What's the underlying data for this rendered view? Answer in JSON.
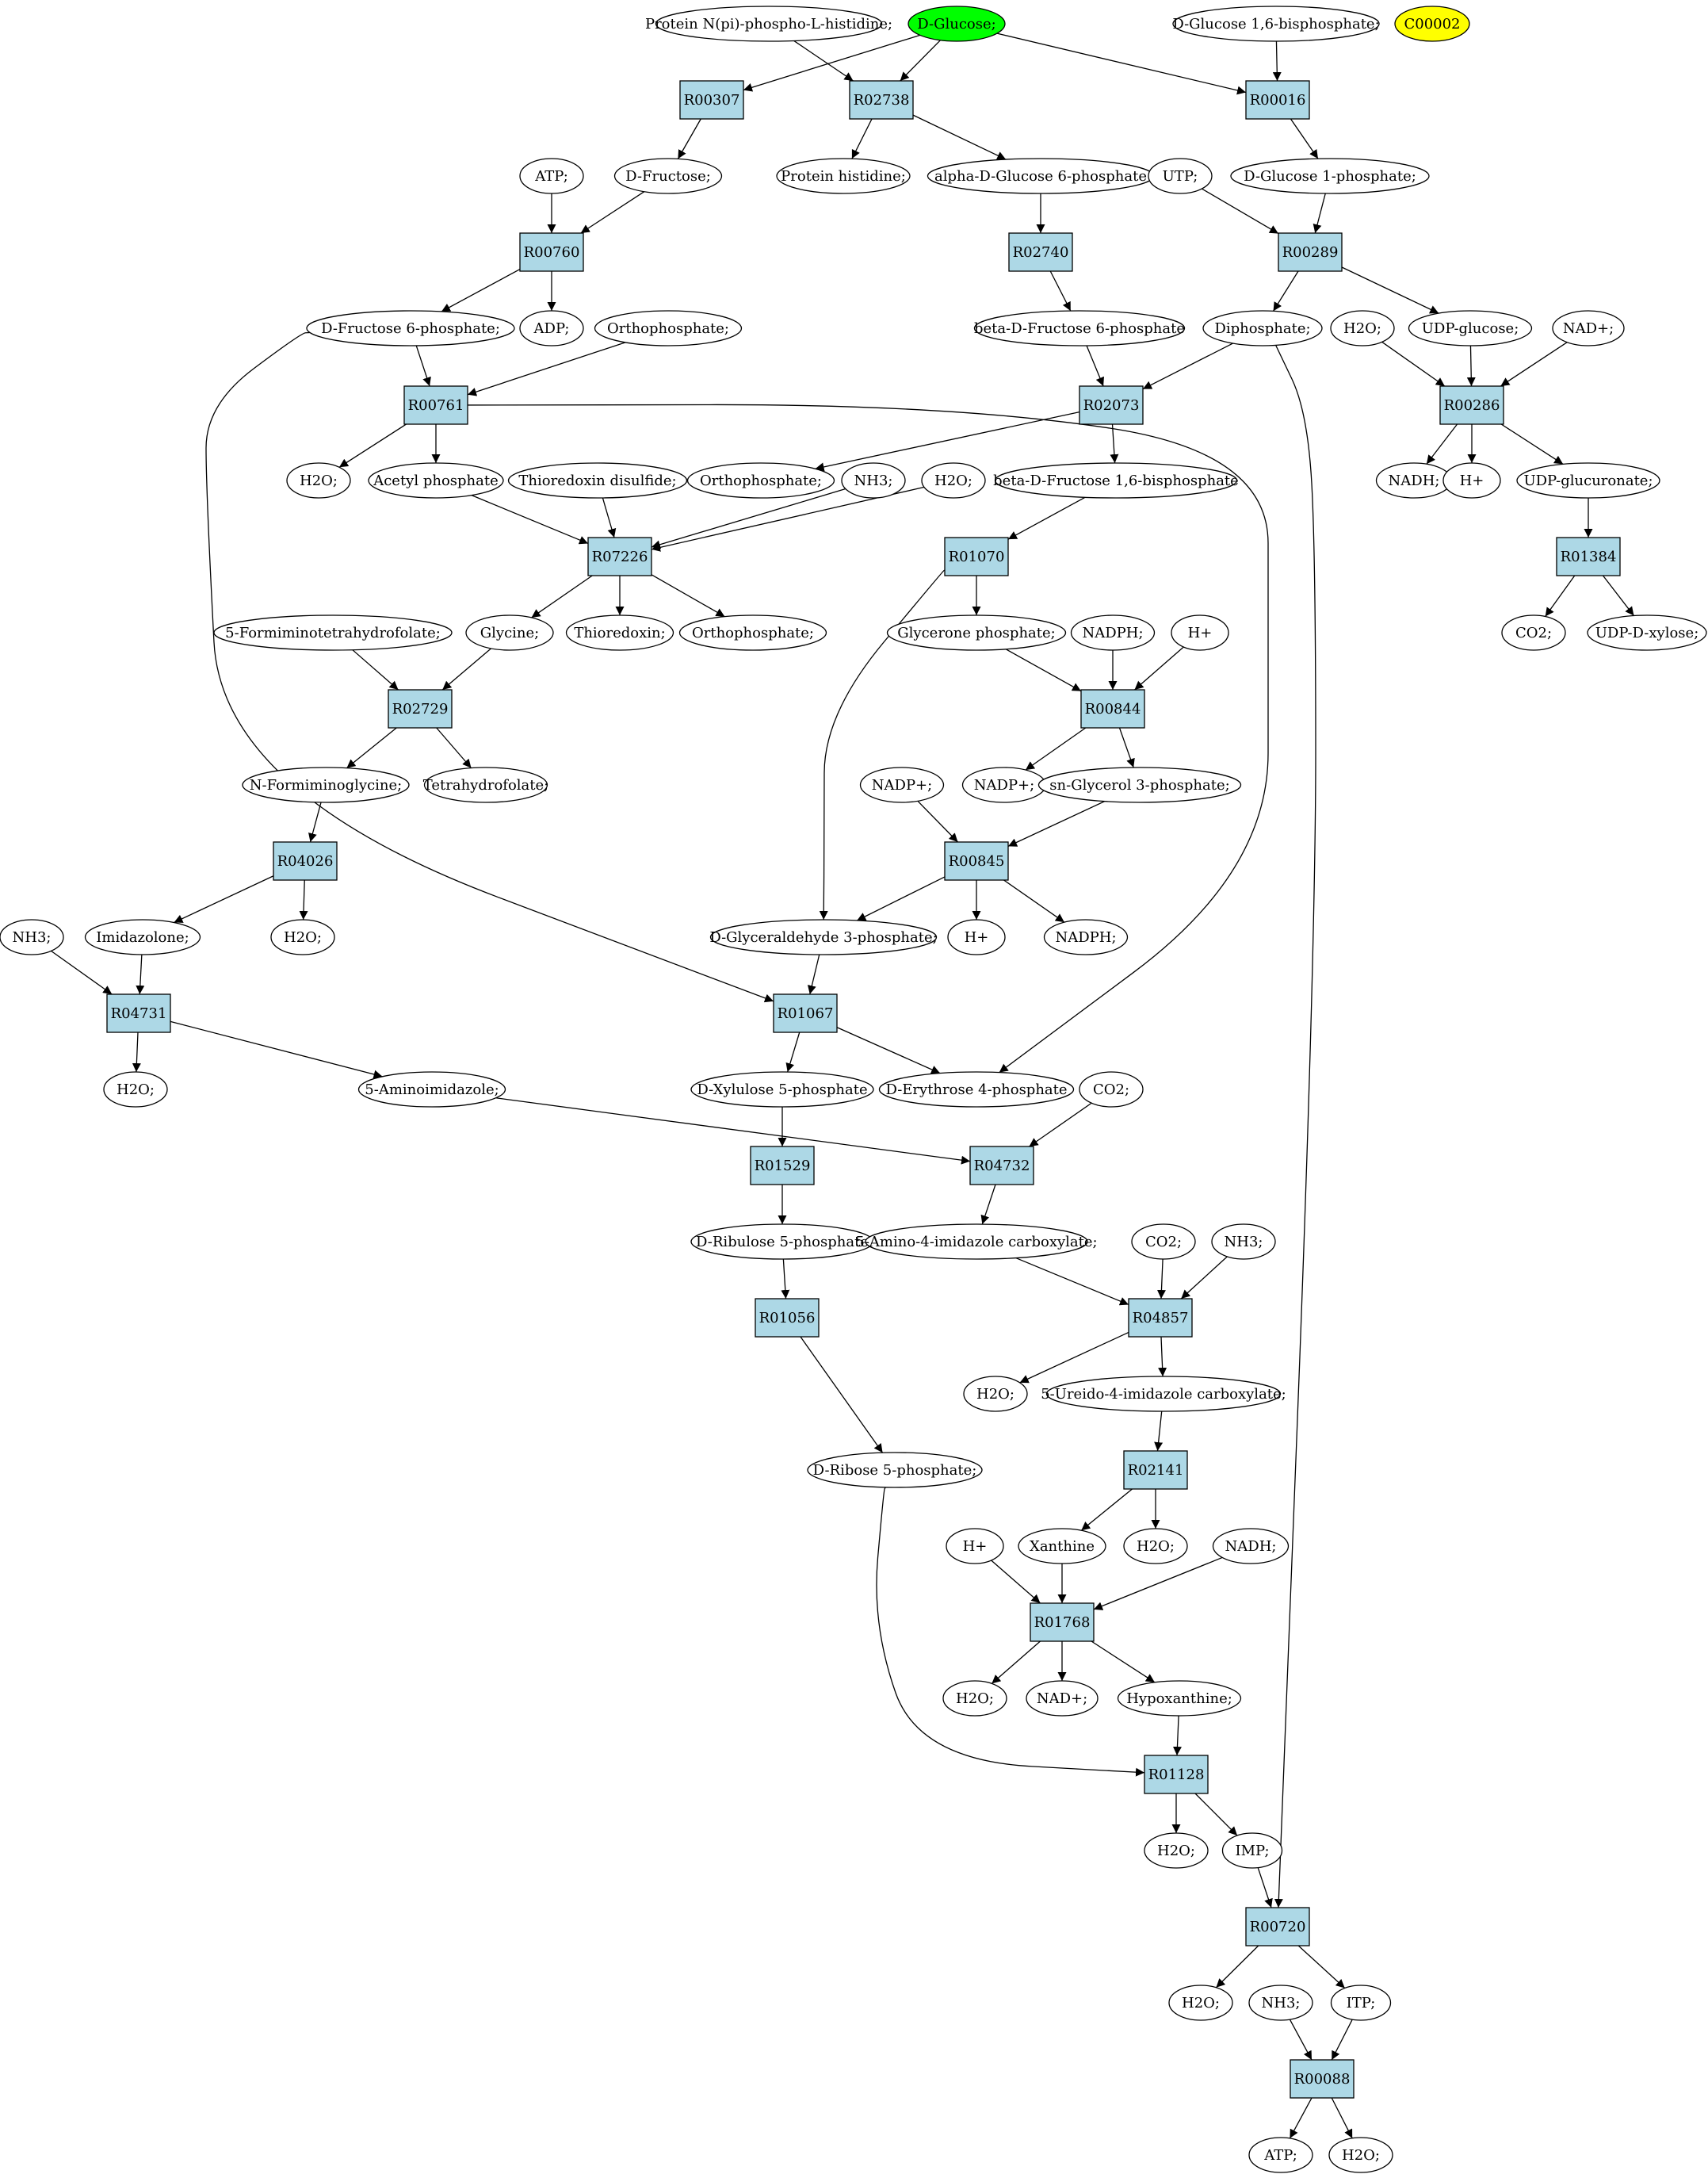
{
  "colors": {
    "reaction_fill": "#add8e6",
    "start_fill": "#00ff00",
    "highlight_fill": "#ffff00",
    "compound_fill": "#ffffff",
    "stroke": "#000000"
  },
  "nodes": [
    {
      "id": "c_prot_np",
      "label": "Protein N(pi)-phospho-L-histidine;",
      "type": "compound"
    },
    {
      "id": "c_dglucose",
      "label": "D-Glucose;",
      "type": "start"
    },
    {
      "id": "c_dg16bp",
      "label": "D-Glucose 1,6-bisphosphate;",
      "type": "compound"
    },
    {
      "id": "c_c00002",
      "label": "C00002",
      "type": "highlight"
    },
    {
      "id": "r_R00307",
      "label": "R00307",
      "type": "reaction"
    },
    {
      "id": "r_R02738",
      "label": "R02738",
      "type": "reaction"
    },
    {
      "id": "r_R00016",
      "label": "R00016",
      "type": "reaction"
    },
    {
      "id": "c_atp1",
      "label": "ATP;",
      "type": "compound"
    },
    {
      "id": "c_dfructose",
      "label": "D-Fructose;",
      "type": "compound"
    },
    {
      "id": "c_prot_his",
      "label": "Protein histidine;",
      "type": "compound"
    },
    {
      "id": "c_adg6p",
      "label": "alpha-D-Glucose 6-phosphate",
      "type": "compound"
    },
    {
      "id": "c_utp",
      "label": "UTP;",
      "type": "compound"
    },
    {
      "id": "c_dg1p",
      "label": "D-Glucose 1-phosphate;",
      "type": "compound"
    },
    {
      "id": "r_R00760",
      "label": "R00760",
      "type": "reaction"
    },
    {
      "id": "r_R02740",
      "label": "R02740",
      "type": "reaction"
    },
    {
      "id": "r_R00289",
      "label": "R00289",
      "type": "reaction"
    },
    {
      "id": "c_df6p",
      "label": "D-Fructose 6-phosphate;",
      "type": "compound"
    },
    {
      "id": "c_adp",
      "label": "ADP;",
      "type": "compound"
    },
    {
      "id": "c_ortho1",
      "label": "Orthophosphate;",
      "type": "compound"
    },
    {
      "id": "c_bdf6p",
      "label": "beta-D-Fructose 6-phosphate",
      "type": "compound"
    },
    {
      "id": "c_diphos",
      "label": "Diphosphate;",
      "type": "compound"
    },
    {
      "id": "c_h2o_a",
      "label": "H2O;",
      "type": "compound"
    },
    {
      "id": "c_udpglc",
      "label": "UDP-glucose;",
      "type": "compound"
    },
    {
      "id": "c_nadp_a",
      "label": "NAD+;",
      "type": "compound"
    },
    {
      "id": "r_R00761",
      "label": "R00761",
      "type": "reaction"
    },
    {
      "id": "r_R02073",
      "label": "R02073",
      "type": "reaction"
    },
    {
      "id": "r_R00286",
      "label": "R00286",
      "type": "reaction"
    },
    {
      "id": "c_h2o_b",
      "label": "H2O;",
      "type": "compound"
    },
    {
      "id": "c_acetylp",
      "label": "Acetyl phosphate",
      "type": "compound"
    },
    {
      "id": "c_thiodis",
      "label": "Thioredoxin disulfide;",
      "type": "compound"
    },
    {
      "id": "c_ortho2",
      "label": "Orthophosphate;",
      "type": "compound"
    },
    {
      "id": "c_nh3_a",
      "label": "NH3;",
      "type": "compound"
    },
    {
      "id": "c_h2o_c",
      "label": "H2O;",
      "type": "compound"
    },
    {
      "id": "c_bdf16bp",
      "label": "beta-D-Fructose 1,6-bisphosphate",
      "type": "compound"
    },
    {
      "id": "c_nadh_a",
      "label": "NADH;",
      "type": "compound"
    },
    {
      "id": "c_hplus_a",
      "label": "H+",
      "type": "compound"
    },
    {
      "id": "c_udpgluc",
      "label": "UDP-glucuronate;",
      "type": "compound"
    },
    {
      "id": "r_R07226",
      "label": "R07226",
      "type": "reaction"
    },
    {
      "id": "r_R01070",
      "label": "R01070",
      "type": "reaction"
    },
    {
      "id": "r_R01384",
      "label": "R01384",
      "type": "reaction"
    },
    {
      "id": "c_5fthf",
      "label": "5-Formiminotetrahydrofolate;",
      "type": "compound"
    },
    {
      "id": "c_glycine",
      "label": "Glycine;",
      "type": "compound"
    },
    {
      "id": "c_thio",
      "label": "Thioredoxin;",
      "type": "compound"
    },
    {
      "id": "c_ortho3",
      "label": "Orthophosphate;",
      "type": "compound"
    },
    {
      "id": "c_glyp",
      "label": "Glycerone phosphate;",
      "type": "compound"
    },
    {
      "id": "c_nadph_a",
      "label": "NADPH;",
      "type": "compound"
    },
    {
      "id": "c_hplus_b",
      "label": "H+",
      "type": "compound"
    },
    {
      "id": "c_co2_a",
      "label": "CO2;",
      "type": "compound"
    },
    {
      "id": "c_udpxyl",
      "label": "UDP-D-xylose;",
      "type": "compound"
    },
    {
      "id": "r_R02729",
      "label": "R02729",
      "type": "reaction"
    },
    {
      "id": "r_R00844",
      "label": "R00844",
      "type": "reaction"
    },
    {
      "id": "c_nfgly",
      "label": "N-Formiminoglycine;",
      "type": "compound"
    },
    {
      "id": "c_thf",
      "label": "Tetrahydrofolate;",
      "type": "compound"
    },
    {
      "id": "c_nadpp_a",
      "label": "NADP+;",
      "type": "compound"
    },
    {
      "id": "c_nadpp_b",
      "label": "NADP+;",
      "type": "compound"
    },
    {
      "id": "c_snglp",
      "label": "sn-Glycerol 3-phosphate;",
      "type": "compound"
    },
    {
      "id": "r_R04026",
      "label": "R04026",
      "type": "reaction"
    },
    {
      "id": "r_R00845",
      "label": "R00845",
      "type": "reaction"
    },
    {
      "id": "c_nh3_b",
      "label": "NH3;",
      "type": "compound"
    },
    {
      "id": "c_imid",
      "label": "Imidazolone;",
      "type": "compound"
    },
    {
      "id": "c_h2o_d",
      "label": "H2O;",
      "type": "compound"
    },
    {
      "id": "c_dg3p",
      "label": "D-Glyceraldehyde 3-phosphate;",
      "type": "compound"
    },
    {
      "id": "c_hplus_c",
      "label": "H+",
      "type": "compound"
    },
    {
      "id": "c_nadph_b",
      "label": "NADPH;",
      "type": "compound"
    },
    {
      "id": "r_R04731",
      "label": "R04731",
      "type": "reaction"
    },
    {
      "id": "r_R01067",
      "label": "R01067",
      "type": "reaction"
    },
    {
      "id": "c_h2o_e",
      "label": "H2O;",
      "type": "compound"
    },
    {
      "id": "c_5ai",
      "label": "5-Aminoimidazole;",
      "type": "compound"
    },
    {
      "id": "c_dx5p",
      "label": "D-Xylulose 5-phosphate",
      "type": "compound"
    },
    {
      "id": "c_de4p",
      "label": "D-Erythrose 4-phosphate",
      "type": "compound"
    },
    {
      "id": "c_co2_b",
      "label": "CO2;",
      "type": "compound"
    },
    {
      "id": "r_R01529",
      "label": "R01529",
      "type": "reaction"
    },
    {
      "id": "r_R04732",
      "label": "R04732",
      "type": "reaction"
    },
    {
      "id": "c_dr5p",
      "label": "D-Ribulose 5-phosphate",
      "type": "compound"
    },
    {
      "id": "c_5a4ic",
      "label": "5-Amino-4-imidazole carboxylate;",
      "type": "compound"
    },
    {
      "id": "c_co2_c",
      "label": "CO2;",
      "type": "compound"
    },
    {
      "id": "c_nh3_c",
      "label": "NH3;",
      "type": "compound"
    },
    {
      "id": "r_R01056",
      "label": "R01056",
      "type": "reaction"
    },
    {
      "id": "r_R04857",
      "label": "R04857",
      "type": "reaction"
    },
    {
      "id": "c_h2o_f",
      "label": "H2O;",
      "type": "compound"
    },
    {
      "id": "c_5u4ic",
      "label": "5-Ureido-4-imidazole carboxylate;",
      "type": "compound"
    },
    {
      "id": "c_dribp",
      "label": "D-Ribose 5-phosphate;",
      "type": "compound"
    },
    {
      "id": "r_R02141",
      "label": "R02141",
      "type": "reaction"
    },
    {
      "id": "c_hplus_d",
      "label": "H+",
      "type": "compound"
    },
    {
      "id": "c_xanth",
      "label": "Xanthine",
      "type": "compound"
    },
    {
      "id": "c_h2o_g",
      "label": "H2O;",
      "type": "compound"
    },
    {
      "id": "c_nadh_b",
      "label": "NADH;",
      "type": "compound"
    },
    {
      "id": "r_R01768",
      "label": "R01768",
      "type": "reaction"
    },
    {
      "id": "c_h2o_h",
      "label": "H2O;",
      "type": "compound"
    },
    {
      "id": "c_nadp_b",
      "label": "NAD+;",
      "type": "compound"
    },
    {
      "id": "c_hypox",
      "label": "Hypoxanthine;",
      "type": "compound"
    },
    {
      "id": "r_R01128",
      "label": "R01128",
      "type": "reaction"
    },
    {
      "id": "c_h2o_i",
      "label": "H2O;",
      "type": "compound"
    },
    {
      "id": "c_imp",
      "label": "IMP;",
      "type": "compound"
    },
    {
      "id": "r_R00720",
      "label": "R00720",
      "type": "reaction"
    },
    {
      "id": "c_h2o_j",
      "label": "H2O;",
      "type": "compound"
    },
    {
      "id": "c_nh3_d",
      "label": "NH3;",
      "type": "compound"
    },
    {
      "id": "c_itp",
      "label": "ITP;",
      "type": "compound"
    },
    {
      "id": "r_R00088",
      "label": "R00088",
      "type": "reaction"
    },
    {
      "id": "c_atp2",
      "label": "ATP;",
      "type": "compound"
    },
    {
      "id": "c_h2o_k",
      "label": "H2O;",
      "type": "compound"
    }
  ],
  "edges": [
    [
      "c_dglucose",
      "r_R00307"
    ],
    [
      "c_dglucose",
      "r_R02738"
    ],
    [
      "c_prot_np",
      "r_R02738"
    ],
    [
      "c_dglucose",
      "r_R00016"
    ],
    [
      "c_dg16bp",
      "r_R00016"
    ],
    [
      "r_R00307",
      "c_dfructose"
    ],
    [
      "r_R02738",
      "c_prot_his"
    ],
    [
      "r_R02738",
      "c_adg6p"
    ],
    [
      "r_R00016",
      "c_dg1p"
    ],
    [
      "c_atp1",
      "r_R00760"
    ],
    [
      "c_dfructose",
      "r_R00760"
    ],
    [
      "c_adg6p",
      "r_R02740"
    ],
    [
      "c_utp",
      "r_R00289"
    ],
    [
      "c_dg1p",
      "r_R00289"
    ],
    [
      "r_R00760",
      "c_df6p"
    ],
    [
      "r_R00760",
      "c_adp"
    ],
    [
      "r_R02740",
      "c_bdf6p"
    ],
    [
      "r_R00289",
      "c_diphos"
    ],
    [
      "r_R00289",
      "c_udpglc"
    ],
    [
      "c_df6p",
      "r_R00761"
    ],
    [
      "c_ortho1",
      "r_R00761"
    ],
    [
      "c_bdf6p",
      "r_R02073"
    ],
    [
      "c_diphos",
      "r_R02073"
    ],
    [
      "c_h2o_a",
      "r_R00286"
    ],
    [
      "c_udpglc",
      "r_R00286"
    ],
    [
      "c_nadp_a",
      "r_R00286"
    ],
    [
      "r_R00761",
      "c_h2o_b"
    ],
    [
      "r_R00761",
      "c_acetylp"
    ],
    [
      "r_R02073",
      "c_ortho2"
    ],
    [
      "r_R02073",
      "c_bdf16bp"
    ],
    [
      "r_R00286",
      "c_nadh_a"
    ],
    [
      "r_R00286",
      "c_hplus_a"
    ],
    [
      "r_R00286",
      "c_udpgluc"
    ],
    [
      "c_acetylp",
      "r_R07226"
    ],
    [
      "c_thiodis",
      "r_R07226"
    ],
    [
      "c_nh3_a",
      "r_R07226"
    ],
    [
      "c_h2o_c",
      "r_R07226"
    ],
    [
      "c_bdf16bp",
      "r_R01070"
    ],
    [
      "c_udpgluc",
      "r_R01384"
    ],
    [
      "r_R07226",
      "c_glycine"
    ],
    [
      "r_R07226",
      "c_thio"
    ],
    [
      "r_R07226",
      "c_ortho3"
    ],
    [
      "r_R01070",
      "c_glyp"
    ],
    [
      "r_R01384",
      "c_co2_a"
    ],
    [
      "r_R01384",
      "c_udpxyl"
    ],
    [
      "c_5fthf",
      "r_R02729"
    ],
    [
      "c_glycine",
      "r_R02729"
    ],
    [
      "c_glyp",
      "r_R00844"
    ],
    [
      "c_nadph_a",
      "r_R00844"
    ],
    [
      "c_hplus_b",
      "r_R00844"
    ],
    [
      "r_R02729",
      "c_nfgly"
    ],
    [
      "r_R02729",
      "c_thf"
    ],
    [
      "r_R00844",
      "c_nadpp_a"
    ],
    [
      "r_R00844",
      "c_snglp"
    ],
    [
      "c_nfgly",
      "r_R04026"
    ],
    [
      "c_nadpp_b",
      "r_R00845"
    ],
    [
      "c_snglp",
      "r_R00845"
    ],
    [
      "r_R04026",
      "c_imid"
    ],
    [
      "r_R04026",
      "c_h2o_d"
    ],
    [
      "r_R00845",
      "c_dg3p"
    ],
    [
      "r_R00845",
      "c_hplus_c"
    ],
    [
      "r_R00845",
      "c_nadph_b"
    ],
    [
      "r_R01070",
      "c_dg3p"
    ],
    [
      "c_nh3_b",
      "r_R04731"
    ],
    [
      "c_imid",
      "r_R04731"
    ],
    [
      "c_dg3p",
      "r_R01067"
    ],
    [
      "c_df6p",
      "r_R01067"
    ],
    [
      "r_R04731",
      "c_h2o_e"
    ],
    [
      "r_R04731",
      "c_5ai"
    ],
    [
      "r_R01067",
      "c_dx5p"
    ],
    [
      "r_R01067",
      "c_de4p"
    ],
    [
      "r_R00761",
      "c_de4p"
    ],
    [
      "c_dx5p",
      "r_R01529"
    ],
    [
      "c_5ai",
      "r_R04732"
    ],
    [
      "c_co2_b",
      "r_R04732"
    ],
    [
      "r_R01529",
      "c_dr5p"
    ],
    [
      "r_R04732",
      "c_5a4ic"
    ],
    [
      "c_dr5p",
      "r_R01056"
    ],
    [
      "c_5a4ic",
      "r_R04857"
    ],
    [
      "c_co2_c",
      "r_R04857"
    ],
    [
      "c_nh3_c",
      "r_R04857"
    ],
    [
      "r_R04857",
      "c_h2o_f"
    ],
    [
      "r_R04857",
      "c_5u4ic"
    ],
    [
      "r_R01056",
      "c_dribp"
    ],
    [
      "c_5u4ic",
      "r_R02141"
    ],
    [
      "r_R02141",
      "c_xanth"
    ],
    [
      "r_R02141",
      "c_h2o_g"
    ],
    [
      "c_hplus_d",
      "r_R01768"
    ],
    [
      "c_xanth",
      "r_R01768"
    ],
    [
      "c_nadh_b",
      "r_R01768"
    ],
    [
      "r_R01768",
      "c_h2o_h"
    ],
    [
      "r_R01768",
      "c_nadp_b"
    ],
    [
      "r_R01768",
      "c_hypox"
    ],
    [
      "c_hypox",
      "r_R01128"
    ],
    [
      "c_dribp",
      "r_R01128"
    ],
    [
      "r_R01128",
      "c_h2o_i"
    ],
    [
      "r_R01128",
      "c_imp"
    ],
    [
      "c_imp",
      "r_R00720"
    ],
    [
      "c_diphos",
      "r_R00720"
    ],
    [
      "r_R00720",
      "c_h2o_j"
    ],
    [
      "r_R00720",
      "c_itp"
    ],
    [
      "c_nh3_d",
      "r_R00088"
    ],
    [
      "c_itp",
      "r_R00088"
    ],
    [
      "r_R00088",
      "c_atp2"
    ],
    [
      "r_R00088",
      "c_h2o_k"
    ]
  ]
}
